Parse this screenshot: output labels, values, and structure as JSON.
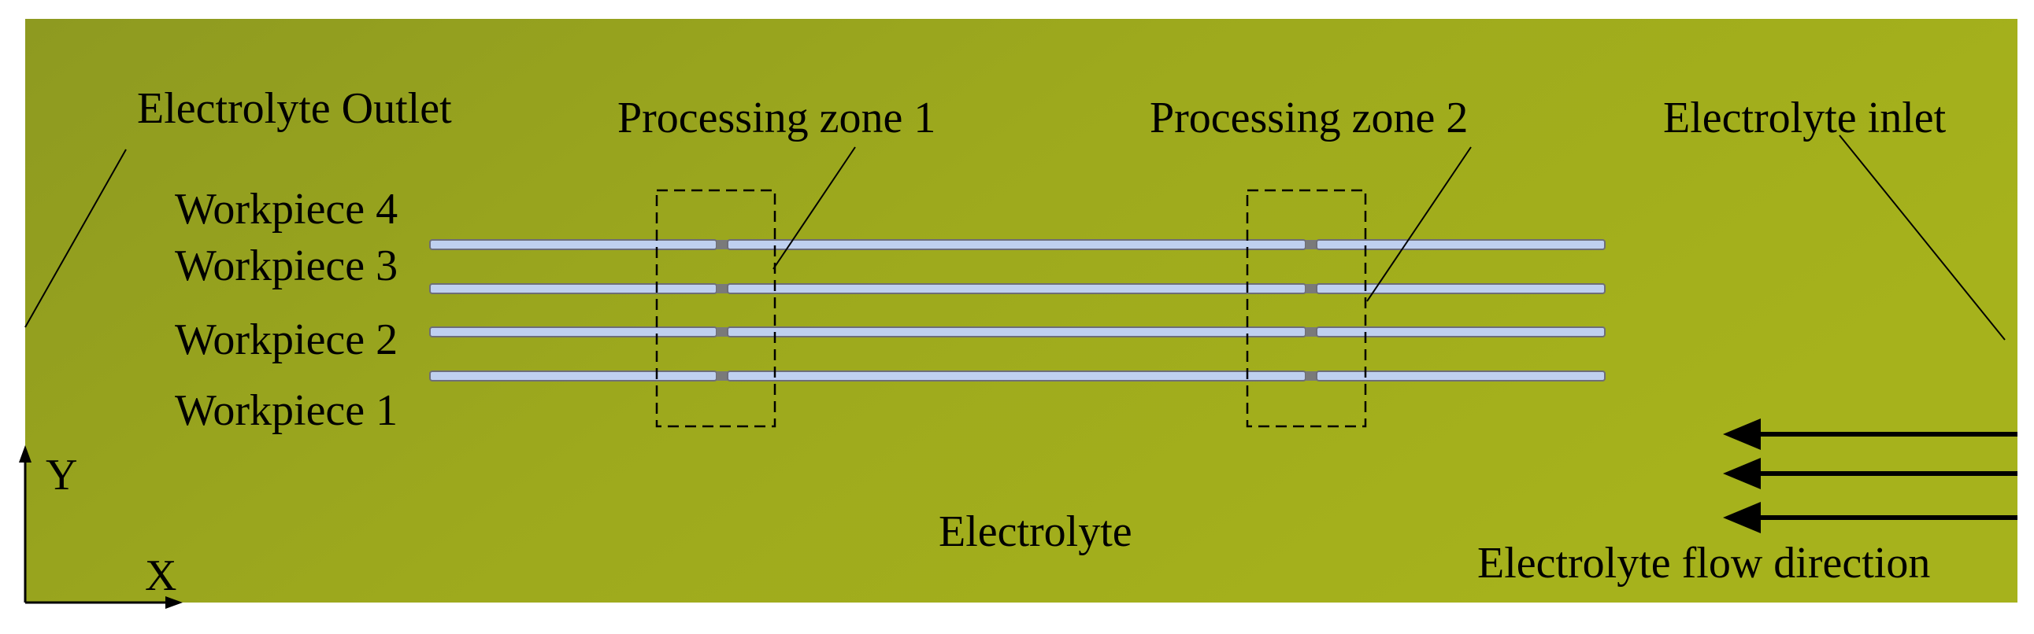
{
  "diagram": {
    "labels": {
      "outlet": "Electrolyte Outlet",
      "zone1": "Processing zone 1",
      "zone2": "Processing zone 2",
      "inlet": "Electrolyte inlet",
      "workpiece4": "Workpiece 4",
      "workpiece3": "Workpiece 3",
      "workpiece2": "Workpiece 2",
      "workpiece1": "Workpiece 1",
      "electrolyte": "Electrolyte",
      "flow_direction": "Electrolyte flow direction",
      "axis_x": "X",
      "axis_y": "Y"
    },
    "colors": {
      "domain": "#9DA91D",
      "domain_light": "#A6B21C",
      "domain_dark": "#8E9A20",
      "workpiece_fill": "#BFD0F0",
      "workpiece_edge": "#6E6E78",
      "gap": "#7A7A7A",
      "lines": "#000000"
    },
    "icons": {
      "flow_arrows": "left-arrow",
      "axes": "xy-axis-arrows"
    }
  }
}
